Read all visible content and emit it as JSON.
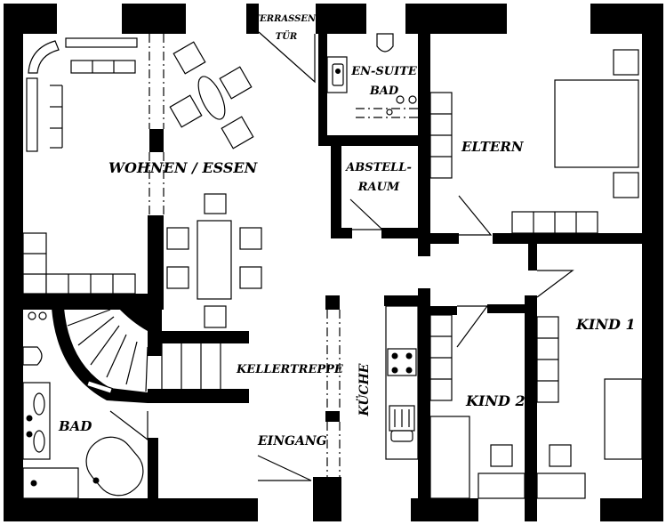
{
  "rooms": {
    "wohnen": "WOHNEN / ESSEN",
    "terrasse_line1": "TERRASSEN-",
    "terrasse_line2": "TÜR",
    "ensuite_line1": "EN-SUITE",
    "ensuite_line2": "BAD",
    "abstell_line1": "ABSTELL-",
    "abstell_line2": "RAUM",
    "eltern": "ELTERN",
    "kind1": "KIND 1",
    "kind2": "KIND 2",
    "kueche": "KÜCHE",
    "kellertreppe": "KELLERTREPPE",
    "eingang": "EINGANG",
    "bad": "BAD"
  }
}
